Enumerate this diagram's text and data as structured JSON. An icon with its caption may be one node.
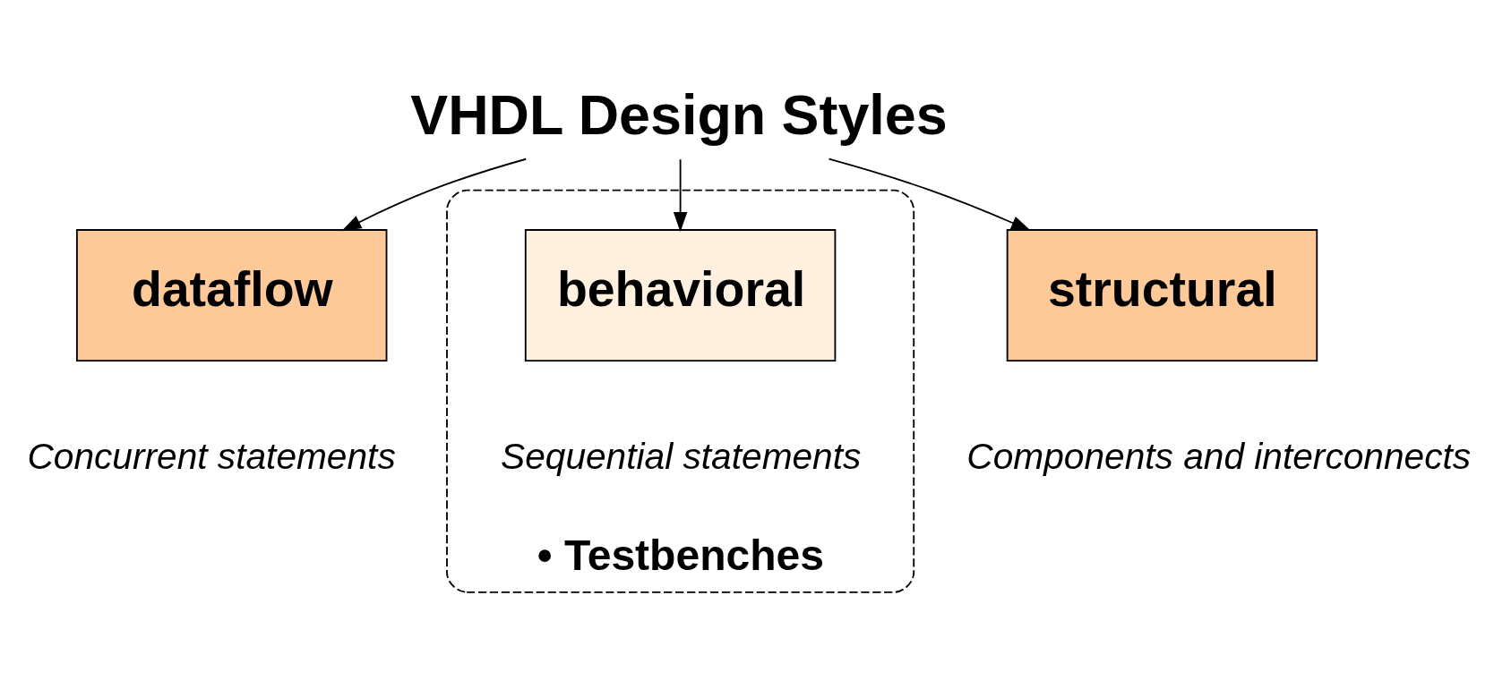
{
  "diagram": {
    "nodes": [
      {
        "text": [
          "VHDL Design Styles"
        ]
      },
      {
        "text": [
          "dataflow"
        ],
        "beside": [
          "Concurrent statements"
        ]
      },
      {
        "text": [
          "structural"
        ],
        "beside": [
          "Components and interconnects"
        ]
      },
      {
        "text": [
          "• Testbenches"
        ]
      },
      {
        "text": [
          "behavioral"
        ],
        "in": 3,
        "beside": [
          "Sequential statements"
        ]
      }
    ],
    "edges": [
      {
        "from": 0,
        "to": 1,
        "arrow": "to"
      },
      {
        "from": 0,
        "to": 2,
        "arrow": "to"
      },
      {
        "from": 0,
        "to": 4,
        "arrow": "to"
      }
    ]
  }
}
